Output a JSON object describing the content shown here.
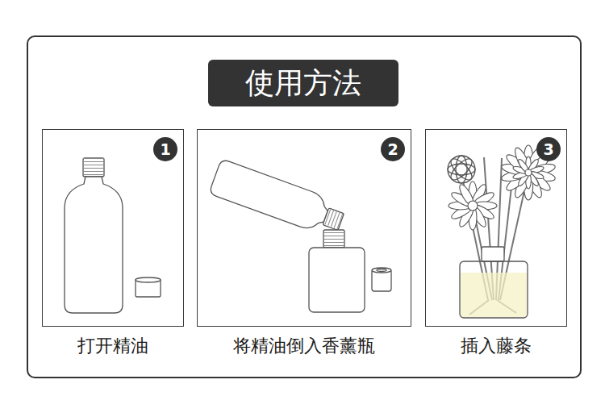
{
  "diagram": {
    "title": "使用方法",
    "nodes": [
      {
        "text": [
          "打开精油"
        ]
      },
      {
        "text": [
          "1"
        ],
        "in": 0
      },
      {
        "text": [
          "将精油倒入香薰瓶"
        ]
      },
      {
        "text": [
          "2"
        ],
        "in": 2
      },
      {
        "text": [
          "插入藤条"
        ]
      },
      {
        "text": [
          "3"
        ],
        "in": 4
      }
    ]
  }
}
